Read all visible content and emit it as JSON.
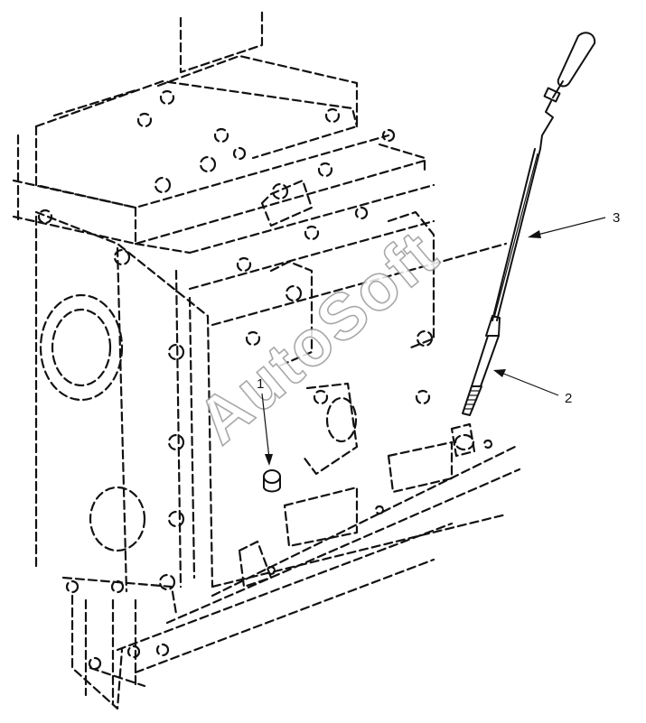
{
  "callouts": [
    {
      "id": "1",
      "label": "1"
    },
    {
      "id": "2",
      "label": "2"
    },
    {
      "id": "3",
      "label": "3"
    }
  ],
  "watermark": {
    "text": "AutoSoft"
  },
  "colors": {
    "line": "#111111",
    "watermark_stroke": "#9a9a9a",
    "background": "#ffffff"
  }
}
